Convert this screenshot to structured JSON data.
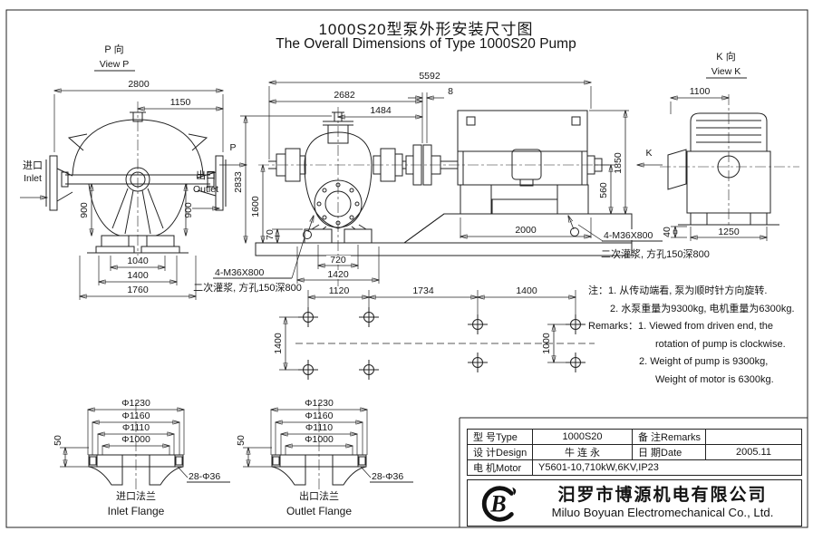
{
  "title": {
    "zh": "1000S20型泵外形安装尺寸图",
    "en": "The Overall Dimensions of Type 1000S20 Pump"
  },
  "view_p": {
    "heading_zh": "P 向",
    "heading_en": "View P",
    "dim_2800": "2800",
    "dim_1150": "1150",
    "dim_900_left": "900",
    "dim_900_right": "900",
    "dim_1040": "1040",
    "dim_1400": "1400",
    "dim_1760": "1760",
    "inlet_zh": "进口",
    "inlet_en": "Inlet",
    "outlet_zh": "出口",
    "outlet_en": "Outlet"
  },
  "main_view": {
    "p_arrow": "P",
    "k_arrow": "K",
    "dim_5592": "5592",
    "dim_2682": "2682",
    "dim_1484": "1484",
    "dim_8": "8",
    "dim_2833": "2833",
    "dim_1600": "1600",
    "dim_70": "70",
    "dim_1850": "1850",
    "dim_560": "560",
    "dim_2000": "2000",
    "dim_720": "720",
    "dim_1420": "1420",
    "anchor_left": "4-M36X800",
    "grout_left": "二次灌浆, 方孔150深800",
    "anchor_right": "4-M36X800",
    "grout_right": "二次灌浆, 方孔150深800"
  },
  "foundation_plan": {
    "dim_1120": "1120",
    "dim_1734": "1734",
    "dim_1400": "1400",
    "dim_1400_v": "1400",
    "dim_1000_v": "1000"
  },
  "view_k": {
    "heading_zh": "K 向",
    "heading_en": "View K",
    "dim_1100": "1100",
    "dim_1250": "1250",
    "dim_40": "40"
  },
  "notes": {
    "zh_label": "注：",
    "zh_line1": "1. 从传动端看, 泵为顺时针方向旋转.",
    "zh_line2": "2. 水泵重量为9300kg, 电机重量为6300kg.",
    "en_label": "Remarks：",
    "en_line1": "1. Viewed from driven end, the",
    "en_line2": "rotation of pump is  clockwise.",
    "en_line3": "2. Weight of pump is 9300kg,",
    "en_line4": "Weight of motor is 6300kg."
  },
  "inlet_flange": {
    "dim_d1230": "Φ1230",
    "dim_d1160": "Φ1160",
    "dim_d1110": "Φ1110",
    "dim_d1000": "Φ1000",
    "dim_50": "50",
    "dim_holes": "28-Φ36",
    "label_zh": "进口法兰",
    "label_en": "Inlet Flange"
  },
  "outlet_flange": {
    "dim_d1230": "Φ1230",
    "dim_d1160": "Φ1160",
    "dim_d1110": "Φ1110",
    "dim_d1000": "Φ1000",
    "dim_50": "50",
    "dim_holes": "28-Φ36",
    "label_zh": "出口法兰",
    "label_en": "Outlet Flange"
  },
  "title_block": {
    "type_label": "型 号Type",
    "type_value": "1000S20",
    "remarks_label": "备 注Remarks",
    "remarks_value": "",
    "design_label": "设 计Design",
    "design_value": "牛 连 永",
    "date_label": "日 期Date",
    "date_value": "2005.11",
    "motor_label": "电 机Motor",
    "motor_value": "Y5601-10,710kW,6KV,IP23"
  },
  "company": {
    "logo_letter": "B",
    "name_zh": "汨罗市博源机电有限公司",
    "name_en": "Miluo Boyuan Electromechanical Co., Ltd."
  },
  "colors": {
    "line": "#222222",
    "background": "#ffffff"
  }
}
